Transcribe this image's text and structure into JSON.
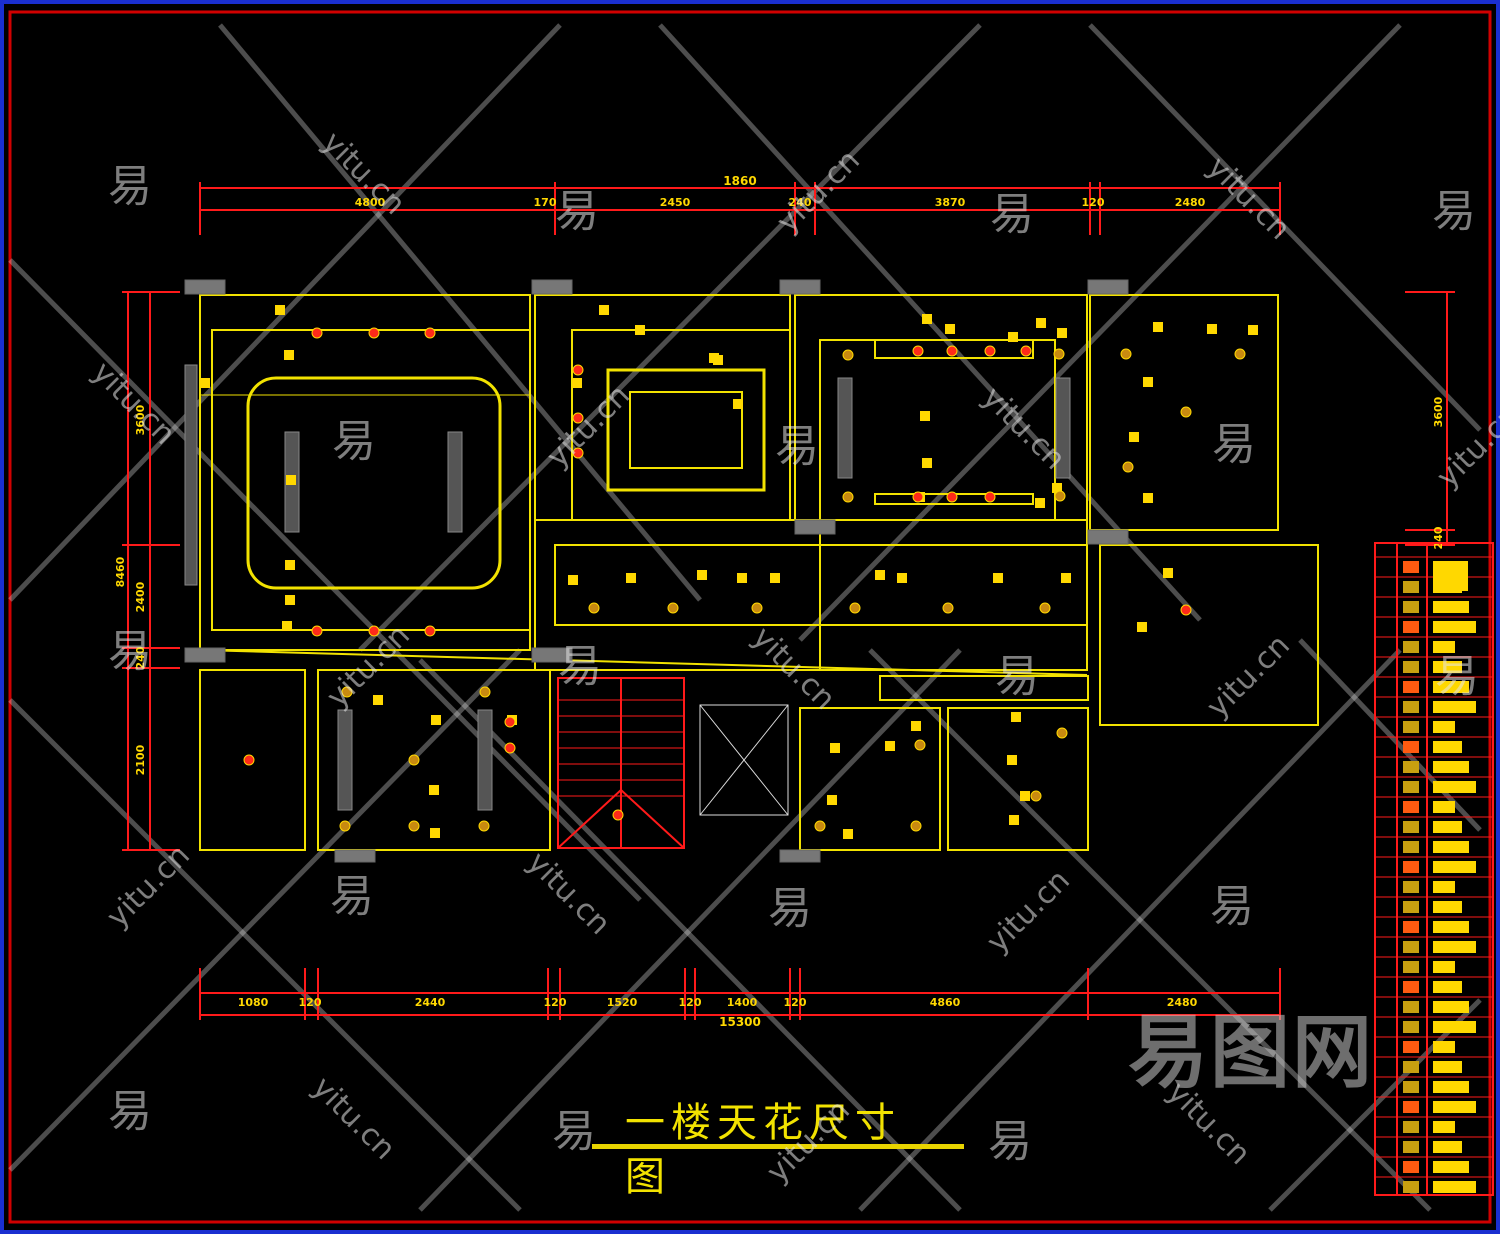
{
  "drawing": {
    "title": "一楼天花尺寸图",
    "colors": {
      "background": "#000000",
      "walls": "#f2e200",
      "dimensions": "#ff1a1a",
      "fixtures": "#ffd800",
      "frame": "#d00000",
      "outer_frame": "#1a2fd0"
    },
    "dimensions_top_total": "1860",
    "dimensions_top": [
      "4800",
      "170",
      "2450",
      "240",
      "3870",
      "120",
      "2480"
    ],
    "dimensions_bottom_total": "15300",
    "dimensions_bottom": [
      "1080",
      "120",
      "2440",
      "120",
      "1520",
      "120",
      "1400",
      "120",
      "4860",
      "2480"
    ],
    "dimensions_left_total": "8460",
    "dimensions_left": [
      "3600",
      "2400",
      "240",
      "2100"
    ],
    "dimensions_right": [
      "3600",
      "240"
    ]
  },
  "legend": {
    "rows": 32
  },
  "watermarks": {
    "char": "易",
    "url": "yitu.cn",
    "brand": "易图网"
  }
}
